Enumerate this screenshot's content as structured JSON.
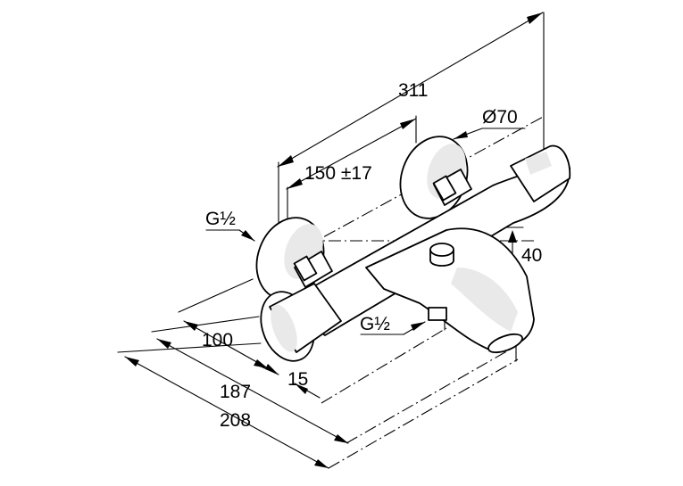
{
  "dimensions": {
    "overall_length": "311",
    "diameter": "Ø70",
    "center_distance": "150 ±17",
    "connection_left": "G½",
    "connection_bottom": "G½",
    "height": "40",
    "depth_inner": "100",
    "offset": "15",
    "depth_mid": "187",
    "depth_outer": "208"
  }
}
